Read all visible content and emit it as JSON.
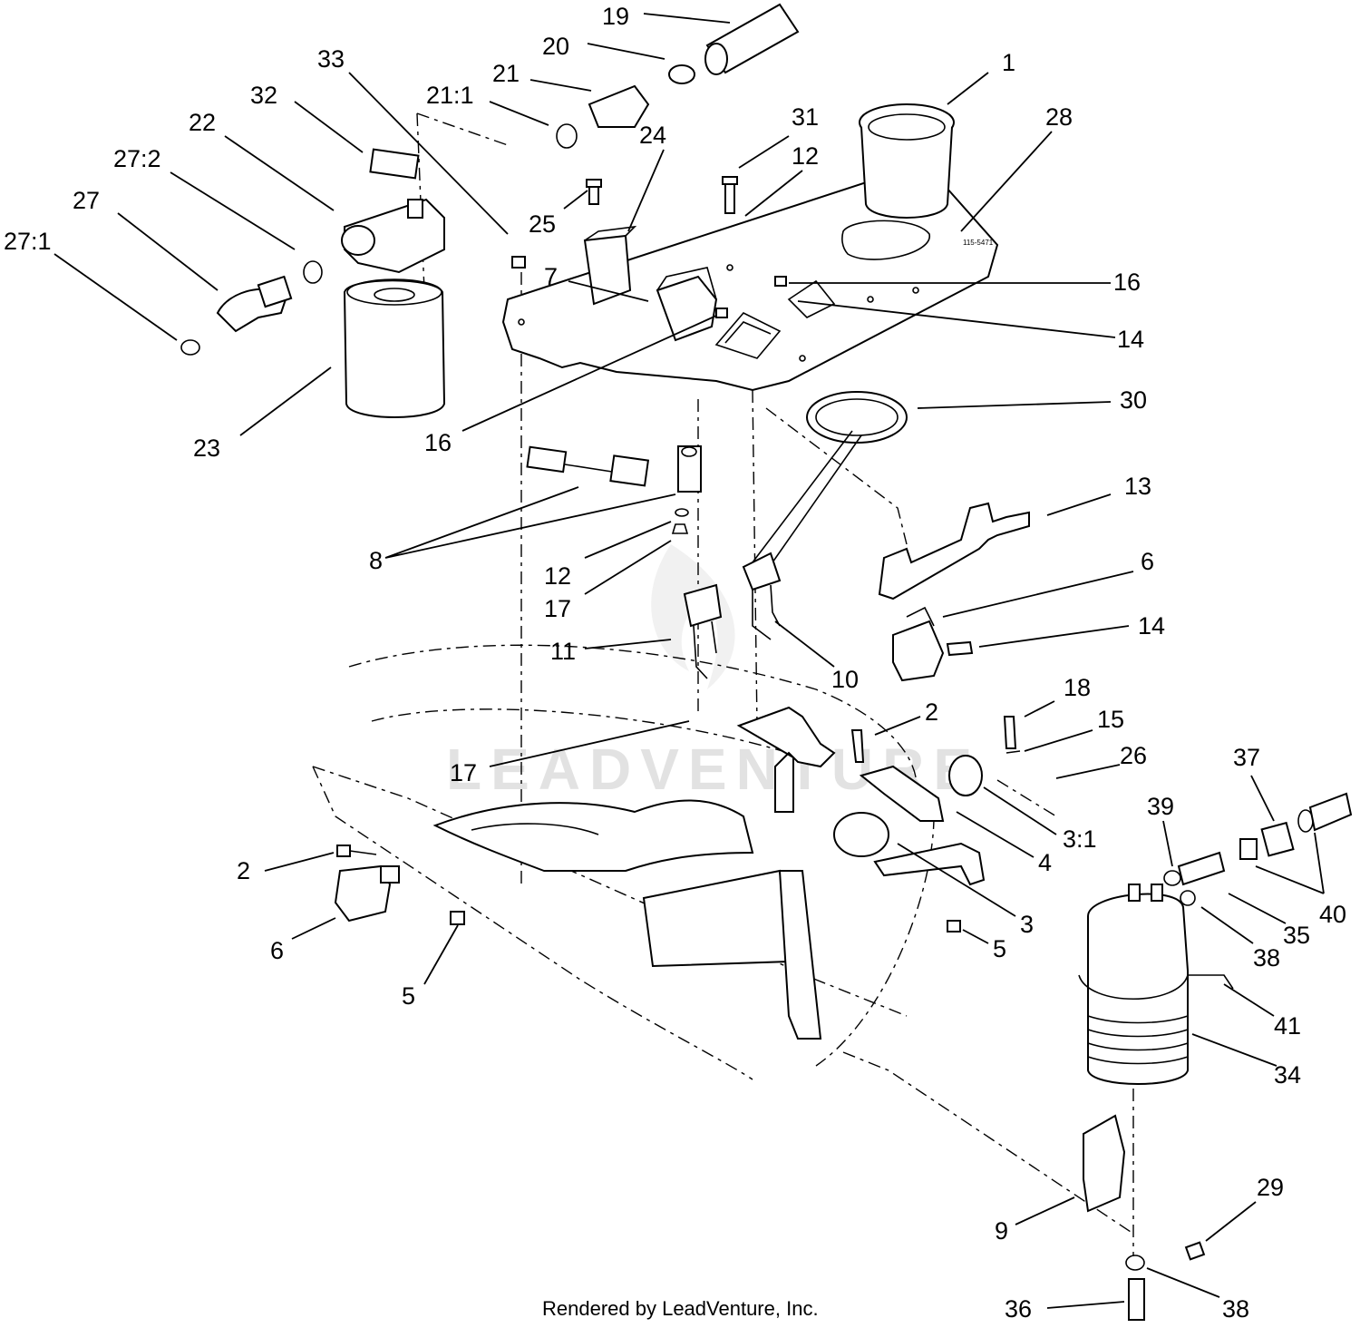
{
  "footer": "Rendered by LeadVenture, Inc.",
  "watermark": "LEADVENTURE",
  "callouts": [
    {
      "id": "c-19",
      "text": "19"
    },
    {
      "id": "c-20",
      "text": "20"
    },
    {
      "id": "c-21",
      "text": "21"
    },
    {
      "id": "c-21-1",
      "text": "21:1"
    },
    {
      "id": "c-33",
      "text": "33"
    },
    {
      "id": "c-32",
      "text": "32"
    },
    {
      "id": "c-22",
      "text": "22"
    },
    {
      "id": "c-27-2",
      "text": "27:2"
    },
    {
      "id": "c-27",
      "text": "27"
    },
    {
      "id": "c-27-1",
      "text": "27:1"
    },
    {
      "id": "c-1",
      "text": "1"
    },
    {
      "id": "c-28",
      "text": "28"
    },
    {
      "id": "c-31",
      "text": "31"
    },
    {
      "id": "c-12a",
      "text": "12"
    },
    {
      "id": "c-24",
      "text": "24"
    },
    {
      "id": "c-25",
      "text": "25"
    },
    {
      "id": "c-7",
      "text": "7"
    },
    {
      "id": "c-16a",
      "text": "16"
    },
    {
      "id": "c-14a",
      "text": "14"
    },
    {
      "id": "c-23",
      "text": "23"
    },
    {
      "id": "c-16b",
      "text": "16"
    },
    {
      "id": "c-30",
      "text": "30"
    },
    {
      "id": "c-13",
      "text": "13"
    },
    {
      "id": "c-8",
      "text": "8"
    },
    {
      "id": "c-12b",
      "text": "12"
    },
    {
      "id": "c-17a",
      "text": "17"
    },
    {
      "id": "c-6a",
      "text": "6"
    },
    {
      "id": "c-14b",
      "text": "14"
    },
    {
      "id": "c-11",
      "text": "11"
    },
    {
      "id": "c-10",
      "text": "10"
    },
    {
      "id": "c-18",
      "text": "18"
    },
    {
      "id": "c-2a",
      "text": "2"
    },
    {
      "id": "c-15",
      "text": "15"
    },
    {
      "id": "c-26",
      "text": "26"
    },
    {
      "id": "c-17b",
      "text": "17"
    },
    {
      "id": "c-37",
      "text": "37"
    },
    {
      "id": "c-39",
      "text": "39"
    },
    {
      "id": "c-3-1",
      "text": "3:1"
    },
    {
      "id": "c-4",
      "text": "4"
    },
    {
      "id": "c-2b",
      "text": "2"
    },
    {
      "id": "c-40",
      "text": "40"
    },
    {
      "id": "c-35",
      "text": "35"
    },
    {
      "id": "c-3",
      "text": "3"
    },
    {
      "id": "c-38a",
      "text": "38"
    },
    {
      "id": "c-6b",
      "text": "6"
    },
    {
      "id": "c-5a",
      "text": "5"
    },
    {
      "id": "c-5b",
      "text": "5"
    },
    {
      "id": "c-41",
      "text": "41"
    },
    {
      "id": "c-34",
      "text": "34"
    },
    {
      "id": "c-29",
      "text": "29"
    },
    {
      "id": "c-9",
      "text": "9"
    },
    {
      "id": "c-36",
      "text": "36"
    },
    {
      "id": "c-38b",
      "text": "38"
    }
  ]
}
